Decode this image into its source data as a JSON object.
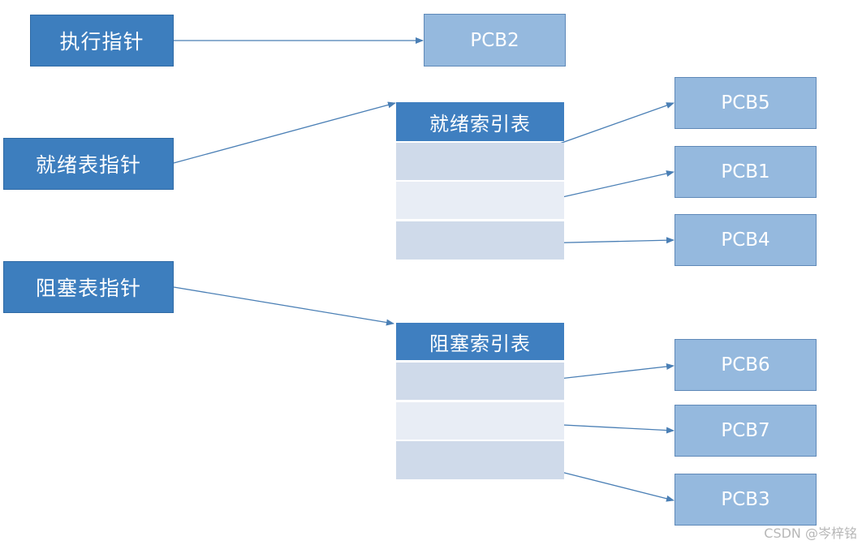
{
  "pointers": {
    "exec": "执行指针",
    "ready": "就绪表指针",
    "blocked": "阻塞表指针"
  },
  "tables": {
    "ready_title": "就绪索引表",
    "blocked_title": "阻塞索引表"
  },
  "pcbs": {
    "pcb2": "PCB2",
    "pcb5": "PCB5",
    "pcb1": "PCB1",
    "pcb4": "PCB4",
    "pcb6": "PCB6",
    "pcb7": "PCB7",
    "pcb3": "PCB3"
  },
  "watermark": "CSDN @岑梓铭",
  "colors": {
    "dark_box": "#3d7ebe",
    "light_box": "#95b9de",
    "row_a": "#cfdaea",
    "row_b": "#e8edf5",
    "arrow": "#4a7fb5"
  }
}
